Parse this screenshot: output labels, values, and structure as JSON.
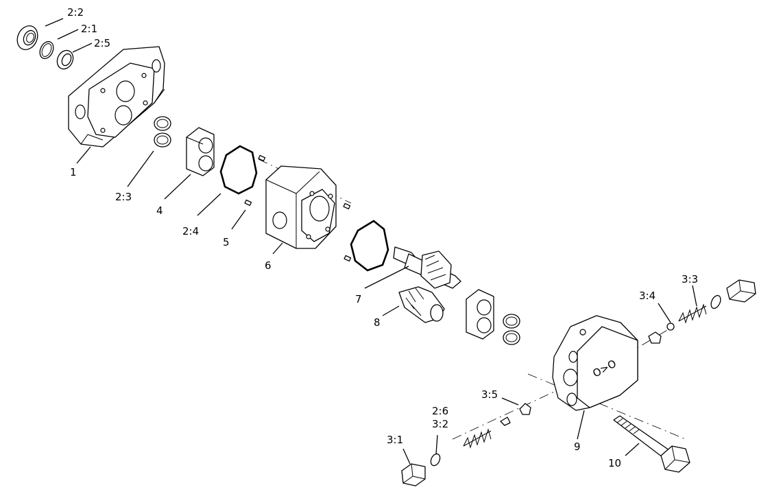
{
  "callouts": {
    "c2_2": "2:2",
    "c2_1": "2:1",
    "c2_5": "2:5",
    "c1": "1",
    "c2_3": "2:3",
    "c4": "4",
    "c2_4": "2:4",
    "c5": "5",
    "c6": "6",
    "c7": "7",
    "c8": "8",
    "c3_4": "3:4",
    "c3_3": "3:3",
    "c3_5": "3:5",
    "c2_6": "2:6",
    "c3_2": "3:2",
    "c3_1": "3:1",
    "c9": "9",
    "c10": "10"
  },
  "cover_marking": "O>O"
}
